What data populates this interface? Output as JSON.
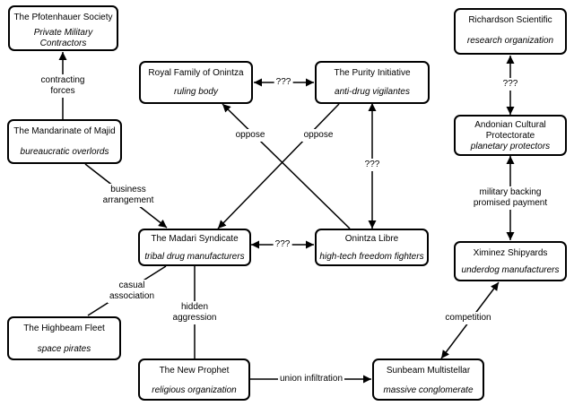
{
  "nodes": {
    "pfotenhauer": {
      "title": "The Pfotenhauer Society",
      "subtitle": "Private Military Contractors"
    },
    "royal": {
      "title": "Royal Family of Onintza",
      "subtitle": "ruling body"
    },
    "purity": {
      "title": "The Purity Initiative",
      "subtitle": "anti-drug vigilantes"
    },
    "richardson": {
      "title": "Richardson Scientific",
      "subtitle": "research organization"
    },
    "mandarinate": {
      "title": "The Mandarinate of Majid",
      "subtitle": "bureaucratic overlords"
    },
    "andonian": {
      "title": "Andonian Cultural Protectorate",
      "subtitle": "planetary protectors"
    },
    "madari": {
      "title": "The Madari Syndicate",
      "subtitle": "tribal drug manufacturers"
    },
    "libre": {
      "title": "Onintza Libre",
      "subtitle": "high-tech freedom fighters"
    },
    "ximinez": {
      "title": "Ximinez Shipyards",
      "subtitle": "underdog manufacturers"
    },
    "highbeam": {
      "title": "The Highbeam Fleet",
      "subtitle": "space pirates"
    },
    "prophet": {
      "title": "The New Prophet",
      "subtitle": "religious organization"
    },
    "sunbeam": {
      "title": "Sunbeam Multistellar",
      "subtitle": "massive conglomerate"
    }
  },
  "edges": {
    "contracting": "contracting\nforces",
    "royal_purity": "???",
    "oppose_left": "oppose",
    "oppose_right": "oppose",
    "purity_libre": "???",
    "richardson_andonian": "???",
    "business": "business\narrangement",
    "military": "military backing\npromised payment",
    "madari_libre": "???",
    "casual": "casual\nassociation",
    "hidden": "hidden\naggression",
    "competition": "competition",
    "union": "union infiltration"
  }
}
